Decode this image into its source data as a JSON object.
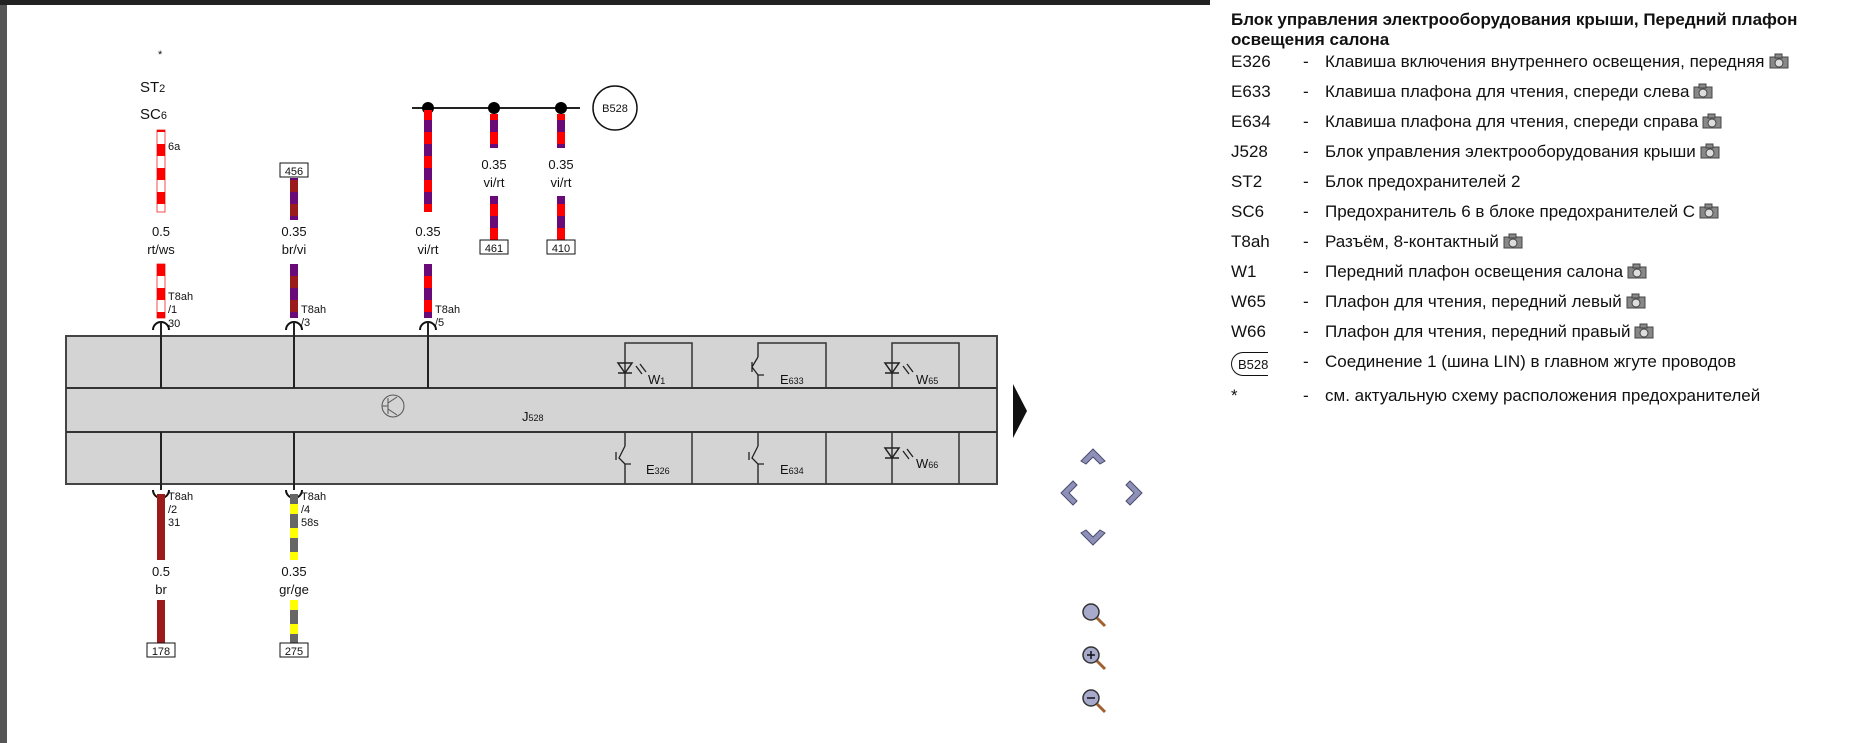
{
  "diagram": {
    "star": "*",
    "st2": "ST",
    "st2_sub": "2",
    "sc6": "SC",
    "sc6_sub": "6",
    "fuse_pin": "6a",
    "wires": [
      {
        "size": "0.5",
        "color": "rt/ws",
        "conn": "T8ah",
        "pin": "/1",
        "term": "30"
      },
      {
        "size": "0.35",
        "color": "br/vi",
        "conn": "T8ah",
        "pin": "/3",
        "box": "456"
      },
      {
        "size": "0.35",
        "color": "vi/rt",
        "conn": "T8ah",
        "pin": "/5"
      },
      {
        "size": "0.35",
        "color": "vi/rt",
        "box": "461"
      },
      {
        "size": "0.35",
        "color": "vi/rt",
        "box": "410"
      },
      {
        "size": "0.5",
        "color": "br",
        "conn": "T8ah",
        "pin": "/2",
        "term": "31",
        "box": "178"
      },
      {
        "size": "0.35",
        "color": "gr/ge",
        "conn": "T8ah",
        "pin": "/4",
        "term": "58s",
        "box": "275"
      }
    ],
    "splice": "B528",
    "control_unit": "J",
    "control_unit_sub": "528",
    "components": [
      {
        "id": "W",
        "sub": "1"
      },
      {
        "id": "E",
        "sub": "633"
      },
      {
        "id": "W",
        "sub": "65"
      },
      {
        "id": "E",
        "sub": "326"
      },
      {
        "id": "E",
        "sub": "634"
      },
      {
        "id": "W",
        "sub": "66"
      }
    ],
    "colors": {
      "rt": "#ff0000",
      "ws": "#ffffff",
      "br": "#9b1b1b",
      "vi": "#6a0a78",
      "gr": "#666666",
      "ge": "#ffff00",
      "box_fill": "#d4d4d4"
    }
  },
  "legend": {
    "title": "Блок управления электрооборудования крыши, Передний плафон освещения салона",
    "items": [
      {
        "code": "E326",
        "desc": "Клавиша включения внутреннего освещения, передняя",
        "camera": true
      },
      {
        "code": "E633",
        "desc": "Клавиша плафона для чтения, спереди слева",
        "camera": true
      },
      {
        "code": "E634",
        "desc": "Клавиша плафона для чтения, спереди справа",
        "camera": true
      },
      {
        "code": "J528",
        "desc": "Блок управления электрооборудования крыши",
        "camera": true
      },
      {
        "code": "ST2",
        "desc": "Блок предохранителей 2",
        "camera": false
      },
      {
        "code": "SC6",
        "desc": "Предохранитель 6 в блоке предохранителей С",
        "camera": true
      },
      {
        "code": "T8ah",
        "desc": "Разъём, 8-контактный",
        "camera": true
      },
      {
        "code": "W1",
        "desc": "Передний плафон освещения салона",
        "camera": true
      },
      {
        "code": "W65",
        "desc": "Плафон для чтения, передний левый",
        "camera": true
      },
      {
        "code": "W66",
        "desc": "Плафон для чтения, передний правый",
        "camera": true
      },
      {
        "code": "B528",
        "desc": "Соединение 1 (шина LIN) в главном жгуте проводов",
        "camera": false
      },
      {
        "code": "*",
        "desc": "см. актуальную схему расположения предохранителей",
        "camera": false
      }
    ],
    "dash": "-"
  },
  "controls": [
    "pan-up",
    "pan-left",
    "pan-right",
    "pan-down",
    "zoom-fit",
    "zoom-in",
    "zoom-out"
  ]
}
